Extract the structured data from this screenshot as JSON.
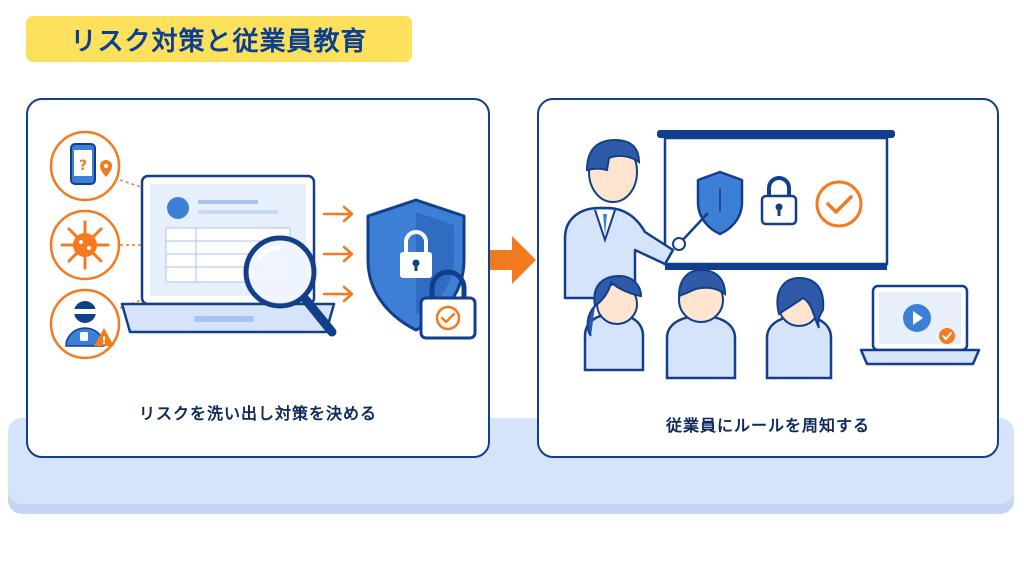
{
  "title": "リスク対策と従業員教育",
  "left_panel": {
    "caption": "リスクを洗い出し対策を決める",
    "risk_icons": [
      "smartphone-location-icon",
      "virus-icon",
      "hacker-warning-icon"
    ],
    "center_icons": [
      "laptop-icon",
      "magnifier-icon"
    ],
    "right_icons": [
      "shield-lock-icon",
      "padlock-check-icon"
    ]
  },
  "right_panel": {
    "caption": "従業員にルールを周知する",
    "icons": [
      "presenter-icon",
      "projector-screen-icon",
      "shield-icon",
      "padlock-icon",
      "checkmark-icon",
      "laptop-video-icon",
      "employee-icon"
    ]
  },
  "colors": {
    "navy": "#123f8c",
    "blue": "#3e7fd6",
    "light_blue": "#d6e4fb",
    "orange": "#f47a1f",
    "yellow": "#fde15c"
  }
}
